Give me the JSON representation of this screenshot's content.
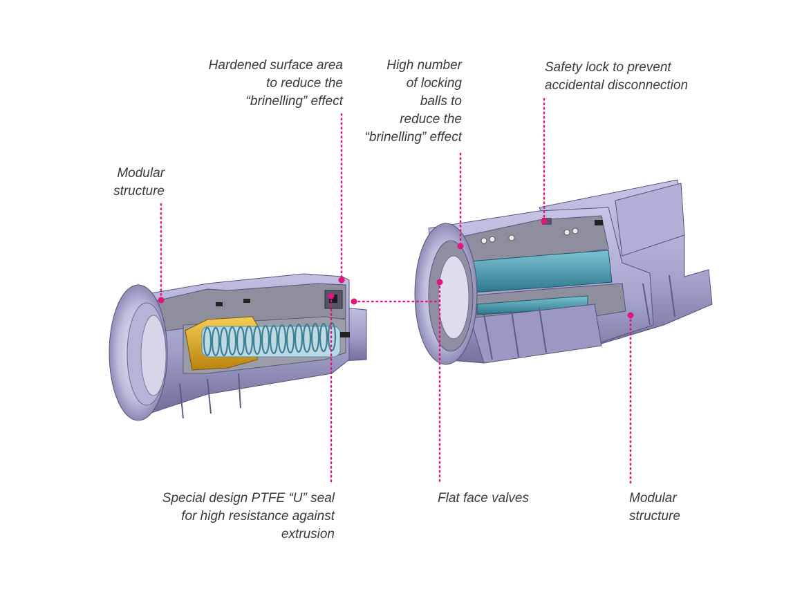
{
  "labels": {
    "modular_left": "Modular\nstructure",
    "hardened": "Hardened surface area\nto reduce the\n“brinelling” effect",
    "locking_balls": "High number\nof locking\nballs to\nreduce the\n“brinelling” effect",
    "safety_lock": "Safety lock to prevent\naccidental disconnection",
    "ptfe_seal": "Special design PTFE “U” seal\nfor high resistance against\nextrusion",
    "flat_face": "Flat face valves",
    "modular_right": "Modular\nstructure"
  },
  "colors": {
    "accent": "#e0157d",
    "body": "#a6a4cc",
    "body_dark": "#6f6c99",
    "section": "#8f8f8f",
    "spring_housing": "#e8b21d",
    "valve": "#3e93a8",
    "text": "#3a3a3a"
  }
}
